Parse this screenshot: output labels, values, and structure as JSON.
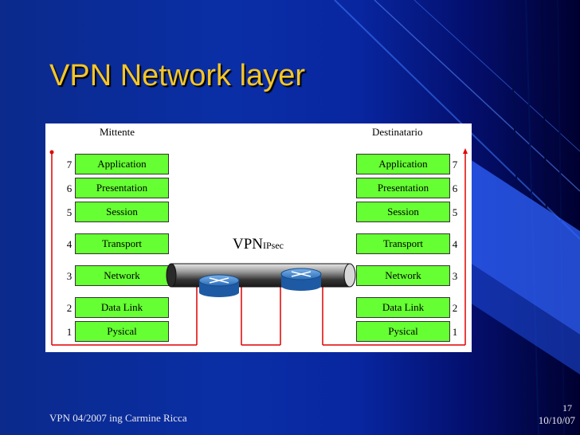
{
  "slide": {
    "title": "VPN Network layer",
    "footer_left": "VPN 04/2007 ing Carmine Ricca",
    "page_number": "17",
    "date": "10/10/07"
  },
  "diagram": {
    "sender_label": "Mittente",
    "receiver_label": "Destinatario",
    "tunnel_label_main": "VPN",
    "tunnel_label_sub": "IPsec",
    "layers": [
      {
        "num": "7",
        "name": "Application"
      },
      {
        "num": "6",
        "name": "Presentation"
      },
      {
        "num": "5",
        "name": "Session"
      },
      {
        "num": "4",
        "name": "Transport"
      },
      {
        "num": "3",
        "name": "Network"
      },
      {
        "num": "2",
        "name": "Data Link"
      },
      {
        "num": "1",
        "name": "Pysical"
      }
    ],
    "colors": {
      "layer_box": "#66ff33",
      "path_line": "#e00000",
      "title_text": "#f3c629"
    }
  }
}
